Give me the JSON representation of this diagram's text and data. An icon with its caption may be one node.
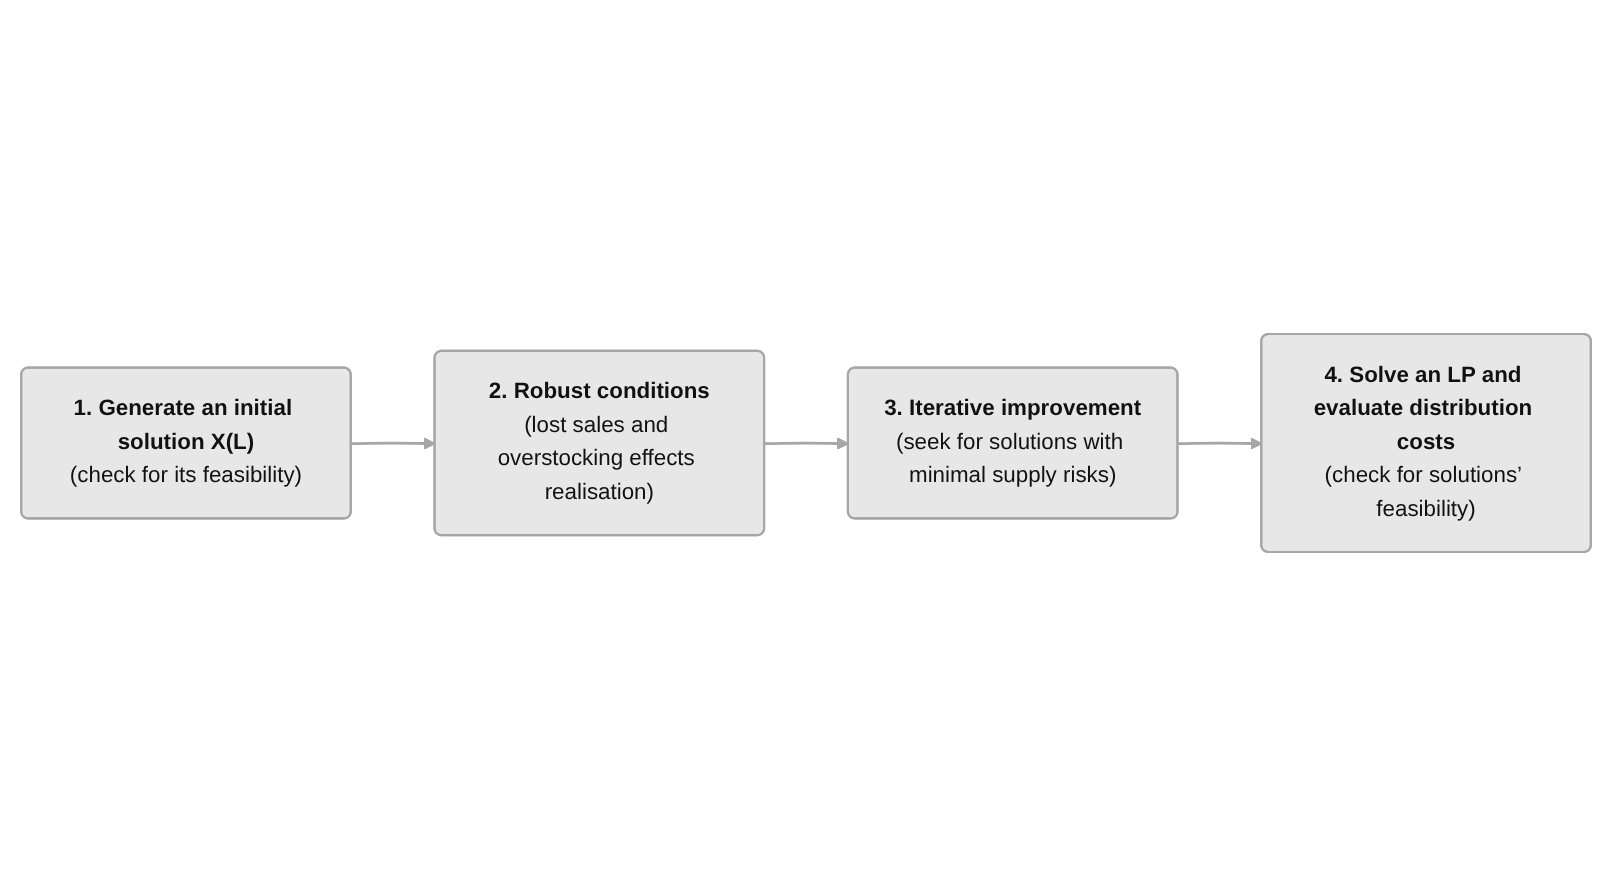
{
  "diagram": {
    "nodes": [
      {
        "text": [
          "1. Generate an initial solution X(L)",
          "(check for its feasibility)"
        ]
      },
      {
        "text": [
          "2. Robust conditions",
          "(lost sales and overstocking effects realisation)"
        ]
      },
      {
        "text": [
          "3. Iterative improvement",
          "(seek for solutions with minimal supply risks)"
        ]
      },
      {
        "text": [
          "4. Solve an LP and evaluate distribution costs",
          "(check for solutions’ feasibility)"
        ]
      }
    ],
    "edges": [
      {
        "from": 0,
        "to": 1,
        "arrow": "to"
      },
      {
        "from": 1,
        "to": 2,
        "arrow": "to"
      },
      {
        "from": 2,
        "to": 3,
        "arrow": "to"
      }
    ]
  }
}
